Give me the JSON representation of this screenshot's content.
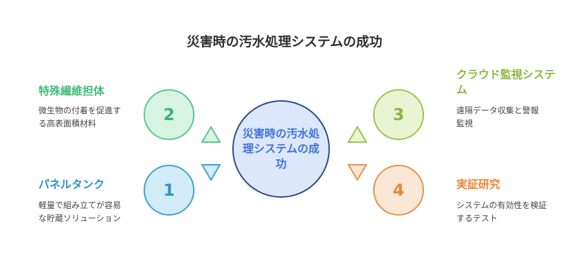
{
  "title": "災害時の汚水処理システムの成功",
  "center": {
    "label": "災害時の汚水処理システムの成功"
  },
  "items": [
    {
      "number": "2",
      "heading": "特殊繊維担体",
      "description": "微生物の付着を促進する高表面積材料",
      "color": "#44bd7d"
    },
    {
      "number": "1",
      "heading": "パネルタンク",
      "description": "軽量で組み立てが容易な貯蔵ソリューション",
      "color": "#2b95c6"
    },
    {
      "number": "3",
      "heading": "クラウド監視システム",
      "description": "遠隔データ収集と警報監視",
      "color": "#8db83a"
    },
    {
      "number": "4",
      "heading": "実証研究",
      "description": "システムの有効性を検証するテスト",
      "color": "#e68938"
    }
  ]
}
